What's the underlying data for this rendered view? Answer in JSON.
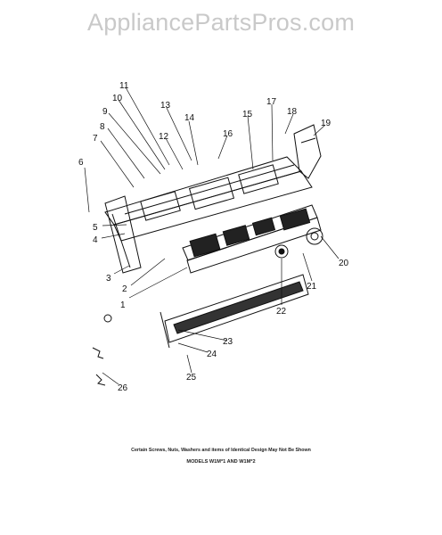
{
  "watermark": "AppliancePartsPros.com",
  "callouts": [
    "1",
    "2",
    "3",
    "4",
    "5",
    "6",
    "7",
    "8",
    "9",
    "10",
    "11",
    "12",
    "13",
    "14",
    "15",
    "16",
    "17",
    "18",
    "19",
    "20",
    "21",
    "22",
    "23",
    "24",
    "25",
    "26"
  ],
  "footnote": "Certain Screws, Nuts, Washers and items of Identical Design May Not Be Shown",
  "models": "MODELS W1M*1 AND W1M*2"
}
